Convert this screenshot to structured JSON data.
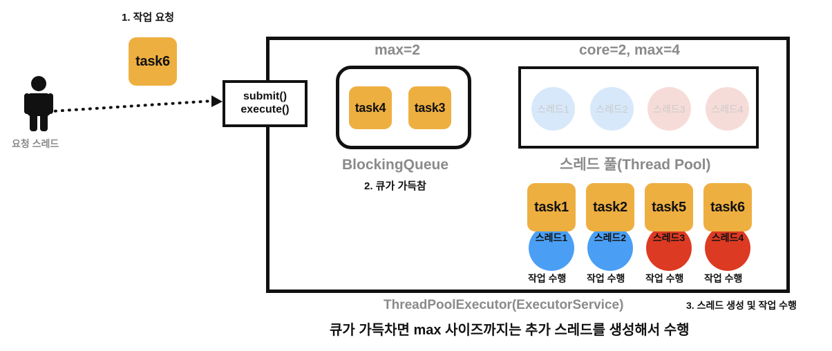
{
  "diagram": {
    "step1_label": "1. 작업 요청",
    "step2_label": "2. 큐가 가득참",
    "step3_label": "3. 스레드 생성 및 작업 수행",
    "requester_label": "요청 스레드",
    "submit_line1": "submit()",
    "submit_line2": "execute()",
    "queue_caption": "BlockingQueue",
    "queue_config": "max=2",
    "pool_caption": "스레드 풀(Thread Pool)",
    "pool_config": "core=2, max=4",
    "executor_caption": "ThreadPoolExecutor(ExecutorService)",
    "bottom_caption": "큐가 가득차면 max 사이즈까지는 추가 스레드를 생성해서 수행",
    "incoming_task": "task6",
    "queued_tasks": [
      "task4",
      "task3"
    ],
    "pool_threads": [
      {
        "label": "스레드1",
        "state": "idle-core"
      },
      {
        "label": "스레드2",
        "state": "idle-core"
      },
      {
        "label": "스레드3",
        "state": "idle-extra"
      },
      {
        "label": "스레드4",
        "state": "idle-extra"
      }
    ],
    "running": [
      {
        "task": "task1",
        "thread": "스레드1",
        "color": "blue",
        "status": "작업 수행"
      },
      {
        "task": "task2",
        "thread": "스레드2",
        "color": "blue",
        "status": "작업 수행"
      },
      {
        "task": "task5",
        "thread": "스레드3",
        "color": "red",
        "status": "작업 수행"
      },
      {
        "task": "task6",
        "thread": "스레드4",
        "color": "red",
        "status": "작업 수행"
      }
    ],
    "colors": {
      "task_orange": "#EEAF41",
      "thread_blue": "#4A9FF5",
      "thread_red": "#DC3A22",
      "idle_blue": "#D7E8FA",
      "idle_red": "#F6DCD8",
      "gray_text": "#8A8A8A",
      "dark": "#111111"
    }
  }
}
